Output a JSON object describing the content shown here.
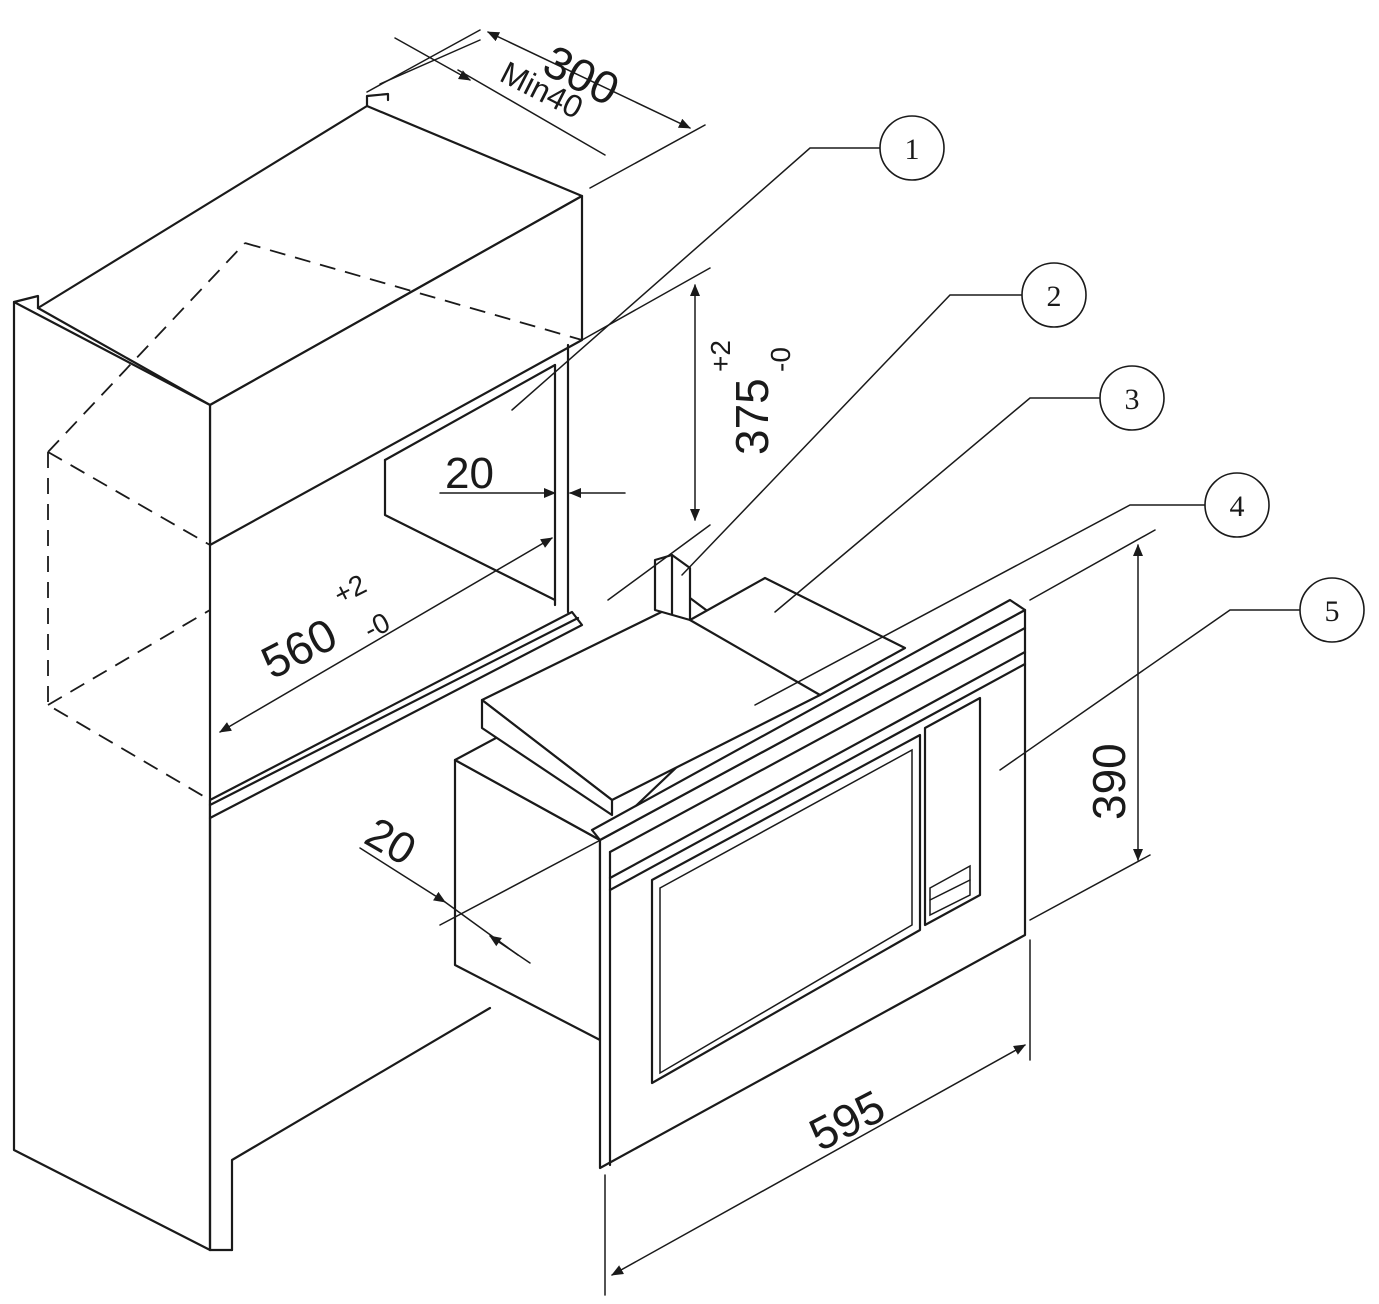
{
  "dimensions": {
    "d300": "300",
    "dmin40": "Min40",
    "d375": "375",
    "d375_sup": "+2",
    "d375_sub": "-0",
    "d20_top": "20",
    "d560": "560",
    "d560_sup": "+2",
    "d560_sub": "-0",
    "d390": "390",
    "d20_side": "20",
    "d595": "595"
  },
  "callouts": [
    "1",
    "2",
    "3",
    "4",
    "5"
  ],
  "colors": {
    "line": "#1a1a1a",
    "background": "#ffffff"
  }
}
